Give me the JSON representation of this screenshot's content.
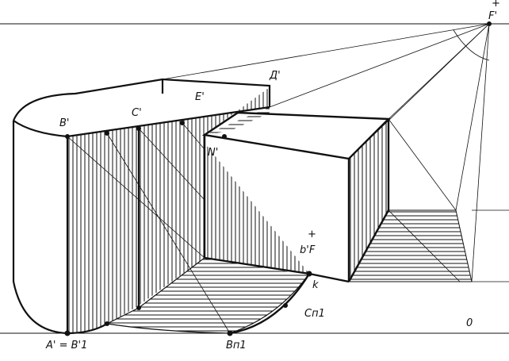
{
  "labels": {
    "F": "F'",
    "F_mark": "+",
    "D": "Д'",
    "E": "E'",
    "C": "C'",
    "B": "B'",
    "N": "N'",
    "bF": "b'F",
    "bF_mark": "+",
    "k": "k",
    "Cp1": "Cп1",
    "Bp1": "Bп1",
    "AB1": "A' = B'1",
    "zero": "0"
  },
  "colors": {
    "ink": "#111111",
    "paper": "#ffffff"
  }
}
